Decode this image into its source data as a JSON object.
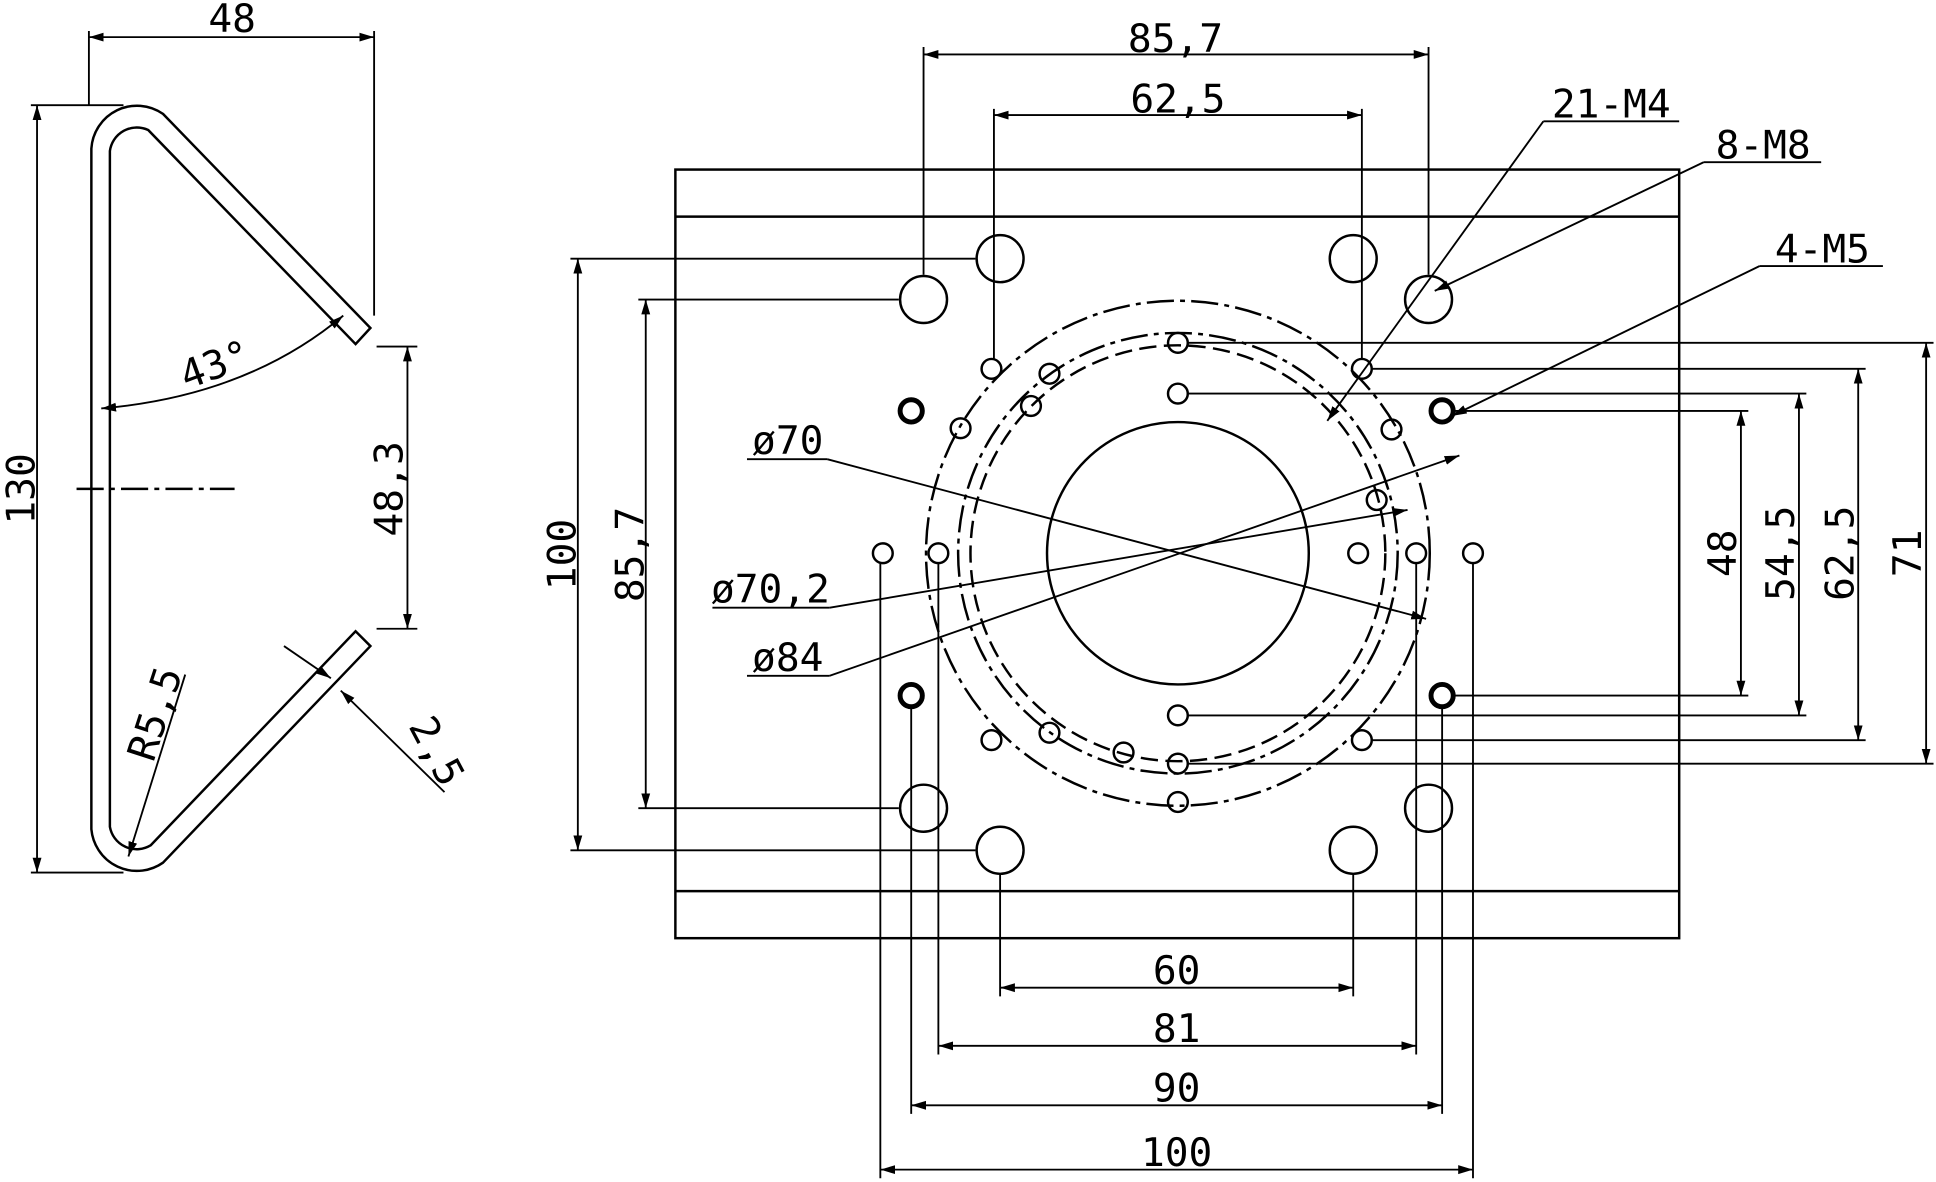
{
  "side_view": {
    "width": "48",
    "height": "130",
    "angle": "43°",
    "gap": "48,3",
    "radius": "R5,5",
    "thickness": "2,5"
  },
  "plate": {
    "top_dims": [
      "85,7",
      "62,5"
    ],
    "bottom_dims": [
      "60",
      "81",
      "90",
      "100"
    ],
    "left_dims": [
      "100",
      "85,7"
    ],
    "right_dims": [
      "48",
      "54,5",
      "62,5",
      "71"
    ],
    "callouts": {
      "m4": "21-M4",
      "m8": "8-M8",
      "m5": "4-M5",
      "d70": "ø70",
      "d702": "ø70,2",
      "d84": "ø84"
    }
  }
}
